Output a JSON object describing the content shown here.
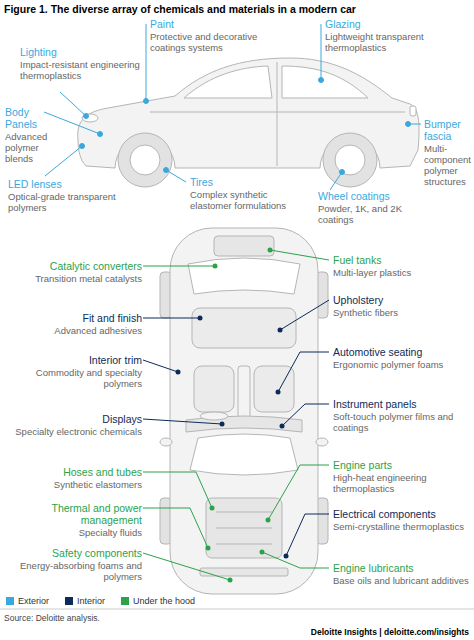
{
  "diagram": {
    "title": "Figure 1. The diverse array of chemicals and materials in a modern car",
    "caption": "Source: Deloitte analysis.",
    "labels": [
      "Lighting",
      "Impact-resistant engineering thermoplastics",
      "Paint",
      "Protective and decorative coatings systems",
      "Glazing",
      "Lightweight transparent thermoplastics",
      "Body Panels",
      "Advanced polymer blends",
      "Bumper fascia",
      "Multi-component polymer structures",
      "LED lenses",
      "Optical-grade transparent polymers",
      "Tires",
      "Complex synthetic elastomer formulations",
      "Wheel coatings",
      "Powder, 1K, and 2K coatings",
      "Catalytic converters",
      "Transition metal catalysts",
      "Fuel tanks",
      "Multi-layer plastics",
      "Fit and finish",
      "Advanced adhesives",
      "Upholstery",
      "Synthetic fibers",
      "Interior trim",
      "Commodity and specialty polymers",
      "Automotive seating",
      "Ergonomic polymer foams",
      "Displays",
      "Specialty electronic chemicals",
      "Instrument panels",
      "Soft-touch polymer films and coatings",
      "Hoses and tubes",
      "Synthetic elastomers",
      "Thermal and power management",
      "Specialty fluids",
      "Engine parts",
      "High-heat engineering thermoplastics",
      "Electrical components",
      "Semi-crystalline thermoplastics",
      "Safety components",
      "Energy-absorbing foams and polymers",
      "Engine lubricants",
      "Base oils and lubricant additives",
      "Deloitte Insights | deloitte.com/insights"
    ],
    "legend": [
      {
        "text": "Exterior",
        "color": "#3aa8dd"
      },
      {
        "text": "Interior",
        "color": "#0d2b58"
      },
      {
        "text": "Under the hood",
        "color": "#2ca24c"
      }
    ]
  }
}
